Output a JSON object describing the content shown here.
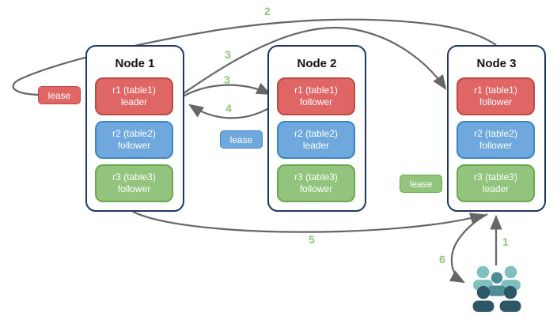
{
  "colors": {
    "red_fill": "#e06666",
    "red_border": "#b94a48",
    "blue_fill": "#6fa8dc",
    "blue_border": "#3d85c6",
    "green_fill": "#93c47d",
    "green_border": "#6aa84f",
    "node_border": "#1f3864",
    "arrow": "#666666",
    "step_label": "#93c47d",
    "users_light": "#7fc0bd",
    "users_mid": "#4b8c96",
    "users_dark": "#2d5666"
  },
  "nodes": [
    {
      "title": "Node 1",
      "replicas": [
        {
          "label": "r1 (table1)",
          "role": "leader",
          "color": "red"
        },
        {
          "label": "r2 (table2)",
          "role": "follower",
          "color": "blue"
        },
        {
          "label": "r3 (table3)",
          "role": "follower",
          "color": "green"
        }
      ]
    },
    {
      "title": "Node 2",
      "replicas": [
        {
          "label": "r1 (table1)",
          "role": "follower",
          "color": "red"
        },
        {
          "label": "r2 (table2)",
          "role": "leader",
          "color": "blue"
        },
        {
          "label": "r3 (table3)",
          "role": "follower",
          "color": "green"
        }
      ]
    },
    {
      "title": "Node 3",
      "replicas": [
        {
          "label": "r1 (table1)",
          "role": "follower",
          "color": "red"
        },
        {
          "label": "r2 (table2)",
          "role": "follower",
          "color": "blue"
        },
        {
          "label": "r3 (table3)",
          "role": "leader",
          "color": "green"
        }
      ]
    }
  ],
  "leases": [
    {
      "label": "lease",
      "color": "red"
    },
    {
      "label": "lease",
      "color": "blue"
    },
    {
      "label": "lease",
      "color": "green"
    }
  ],
  "steps": {
    "s1": "1",
    "s2": "2",
    "s3a": "3",
    "s3b": "3",
    "s4": "4",
    "s5": "5",
    "s6": "6"
  },
  "icons": {
    "users": "users-group-icon"
  }
}
